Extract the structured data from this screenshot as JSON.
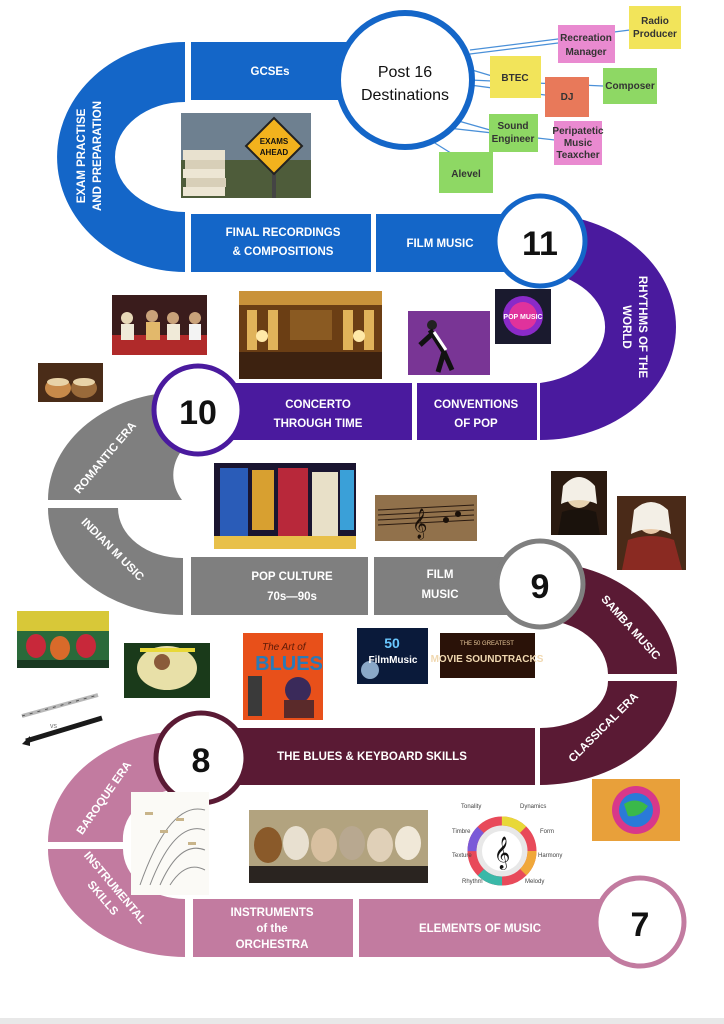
{
  "colors": {
    "year11": "#1466c8",
    "year11_purple": "#4a1a9e",
    "year10": "#7f7f7f",
    "year9": "#5a1a34",
    "year8": "#c27ba0",
    "year8_dark": "#5a1a34",
    "note_yellow": "#f2e45a",
    "note_pink": "#e98ad0",
    "note_green": "#8ed864",
    "note_orange": "#e8795a"
  },
  "years": {
    "y7": "7",
    "y8": "8",
    "y9": "9",
    "y10": "10",
    "y11": "11"
  },
  "destination": {
    "line1": "Post 16",
    "line2": "Destinations"
  },
  "careers": {
    "radio_1": "Radio",
    "radio_2": "Producer",
    "recreation_1": "Recreation",
    "recreation_2": "Manager",
    "btec": "BTEC",
    "dj": "DJ",
    "composer": "Composer",
    "sound_1": "Sound",
    "sound_2": "Engineer",
    "peri_1": "Peripatetic",
    "peri_2": "Music",
    "peri_3": "Teaxcher",
    "alevel": "Alevel"
  },
  "topics": {
    "gcses": "GCSEs",
    "exam_1": "EXAM PRACTISE",
    "exam_2": "AND PREPARATION",
    "final_1": "FINAL RECORDINGS",
    "final_2": "& COMPOSITIONS",
    "film_music_11": "FILM MUSIC",
    "rhythms_1": "RHYTHMS OF THE",
    "rhythms_2": "WORLD",
    "concerto_1": "CONCERTO",
    "concerto_2": "THROUGH TIME",
    "pop_conv_1": "CONVENTIONS",
    "pop_conv_2": "OF POP",
    "romantic": "ROMANTIC ERA",
    "indian": "INDIAN M USIC",
    "pop_culture_1": "POP CULTURE",
    "pop_culture_2": "70s—90s",
    "film_9_1": "FILM",
    "film_9_2": "MUSIC",
    "samba": "SAMBA MUSIC",
    "classical": "CLASSICAL ERA",
    "blues": "THE BLUES & KEYBOARD SKILLS",
    "baroque": "BAROQUE ERA",
    "instr_1": "INSTRUMENTAL",
    "instr_2": "SKILLS",
    "orch_1": "INSTRUMENTS",
    "orch_2": "of the",
    "orch_3": "ORCHESTRA",
    "elements": "ELEMENTS OF MUSIC"
  },
  "images": {
    "exams_1": "EXAMS",
    "exams_2": "AHEAD",
    "blues_art": "The Art of",
    "blues_title": "BLUES",
    "film_poster_num": "50",
    "film_poster_word": "FilmMusic",
    "soundtracks_small": "THE 50 GREATEST",
    "soundtracks": "MOVIE SOUNDTRACKS",
    "pop_music": "POP MUSIC"
  },
  "wheel": {
    "tonality": "Tonality",
    "dynamics": "Dynamics",
    "timbre": "Timbre",
    "form": "Form",
    "texture": "Texture",
    "harmony": "Harmony",
    "rhythm": "Rhythm",
    "melody": "Melody"
  }
}
